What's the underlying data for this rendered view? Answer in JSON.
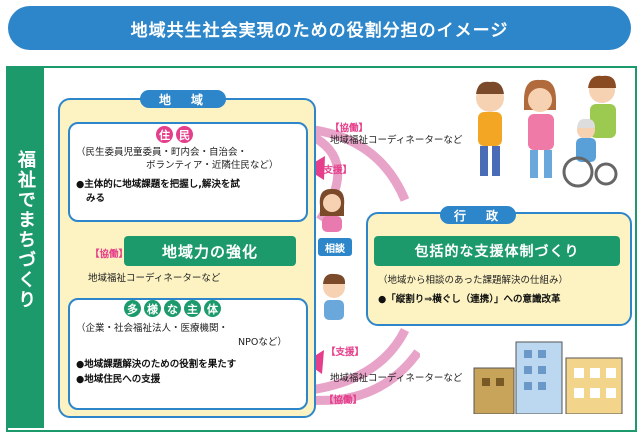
{
  "title": "地域共生社会実現のための役割分担のイメージ",
  "side_label": "福祉でまちづくり",
  "region": {
    "label": "地　域",
    "residents": {
      "chars": [
        "住",
        "民"
      ],
      "members": "（民生委員児童委員・町内会・自治会・",
      "members2": "ボランティア・近隣住民など）",
      "role1": "●主体的に地域課題を把握し,解決を試",
      "role2": "みる"
    },
    "collab_tag": "【協働】",
    "strength": "地域力の強化",
    "coordinator": "地域福祉コーディネーターなど",
    "actors": {
      "chars": [
        "多",
        "様",
        "な",
        "主",
        "体"
      ],
      "members": "（企業・社会福祉法人・医療機関・",
      "members2": "NPOなど）",
      "role1": "●地域課題解決のための役割を果たす",
      "role2": "●地域住民への支援"
    }
  },
  "flows": {
    "top_collab": "【協働】",
    "top_coordinator": "地域福祉コーディネーターなど",
    "top_support": "【支援】",
    "consult": "相談",
    "bottom_support": "【支援】",
    "bottom_coordinator": "地域福祉コーディネーターなど",
    "bottom_collab": "【協働】"
  },
  "administration": {
    "label": "行　政",
    "banner": "包括的な支援体制づくり",
    "note": "（地域から相談のあった課題解決の仕組み）",
    "point": "●「縦割り⇒横ぐし（連携）」への意識改革"
  },
  "colors": {
    "blue": "#2c86c9",
    "green": "#1d9a6c",
    "pink": "#e53e8b",
    "cream": "#fdf3c2"
  }
}
